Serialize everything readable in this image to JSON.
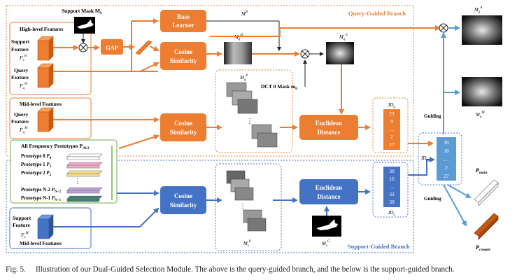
{
  "figure": {
    "support_mask_label": "Support  Mask M",
    "support_mask_sub": "S",
    "high_level_title": "High-level Features",
    "support_feature_line1": "Support",
    "support_feature_line2": "Feature",
    "query_feature_line1": "Query",
    "query_feature_line2": "Feature",
    "mid_level_title": "Mid-level Features",
    "gap_label": "GAP",
    "base_learner_line1": "Base",
    "base_learner_line2": "Learner",
    "mb_label": "M",
    "mb_sup": "B",
    "query_branch_label": "Query-Guided Branch",
    "support_branch_label": "Support-Guided Branch",
    "cosine_line1": "Cosine",
    "cosine_line2": "Similarity",
    "euclid_line1": "Euclidean",
    "euclid_line2": "Distance",
    "dct_label": "DCT 0 Mask m",
    "dct_sub": "0",
    "prototypes_title": "All Frequency Prototypes P",
    "prototypes_title_sub": "ALL",
    "prototypes": [
      {
        "name": "Prototype 0",
        "sym": "P",
        "sub": "0",
        "color": "#ffffff"
      },
      {
        "name": "Prototype 1",
        "sym": "P",
        "sub": "1",
        "color": "#f4a9c8"
      },
      {
        "name": "Prototype 2",
        "sym": "P",
        "sub": "2",
        "color": "#f7e08a"
      },
      {
        "name": "Prototype N-2",
        "sym": "P",
        "sub": "N−2",
        "color": "#b9a2d8"
      },
      {
        "name": "Prototype N-1",
        "sym": "P",
        "sub": "N−1",
        "color": "#3f7f73"
      }
    ],
    "vdots": "⋮",
    "idq_label": "ID",
    "idq_sub": "q",
    "idq_values": [
      "23",
      "9",
      "…",
      "2",
      "27"
    ],
    "ids_label": "ID",
    "ids_sub": "s",
    "ids_values": [
      "30",
      "16",
      "…",
      "32",
      "39"
    ],
    "idsq_label": "ID",
    "idsq_sub": "sq",
    "idsq_values": [
      "30",
      "16",
      "…",
      "2",
      "27"
    ],
    "guiding_label": "Guiding",
    "p_main_label": "P",
    "p_main_sub": "main",
    "p_comple_label": "P",
    "p_comple_sub": "comple",
    "m_sym": "M",
    "caption_label": "Fig. 5.",
    "caption_text": "Illustration of our Dual-Guided Selection Module. The above is the query-guided branch, and the below is the support-guided branch."
  },
  "colors": {
    "orange": "#ed7d31",
    "blue": "#4472c4",
    "light_blue": "#5b9bd5"
  }
}
